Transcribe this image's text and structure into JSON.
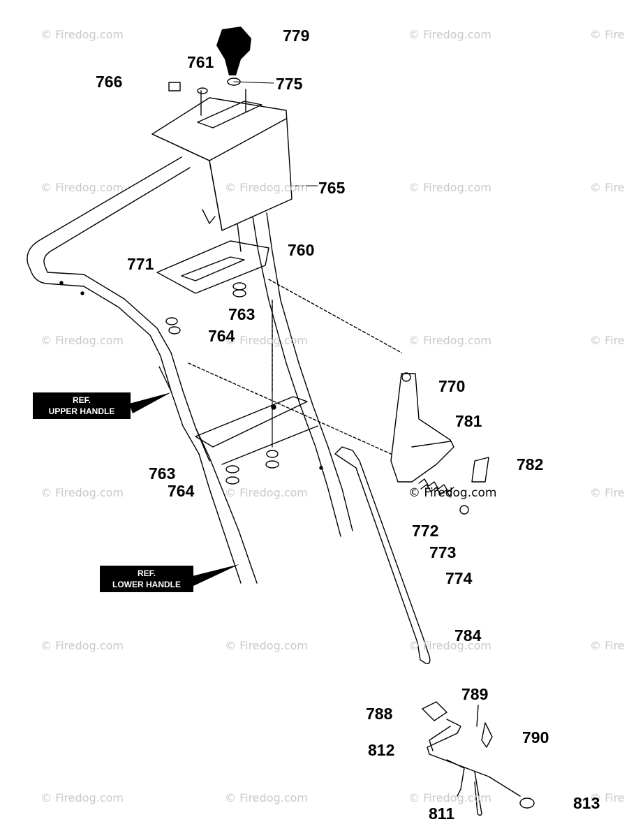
{
  "diagram": {
    "part_labels": [
      "779",
      "761",
      "766",
      "775",
      "765",
      "760",
      "771",
      "763",
      "764",
      "770",
      "781",
      "782",
      "772",
      "773",
      "774",
      "763",
      "764",
      "784",
      "789",
      "788",
      "790",
      "812",
      "813",
      "811"
    ],
    "ref_boxes": [
      {
        "line1": "REF.",
        "line2": "UPPER HANDLE"
      },
      {
        "line1": "REF.",
        "line2": "LOWER HANDLE"
      }
    ],
    "watermark": "© Firedog.com",
    "watermark_short": "© Fire",
    "colors": {
      "ink": "#000000",
      "watermark": "#c9c9c9",
      "background": "#ffffff"
    }
  }
}
